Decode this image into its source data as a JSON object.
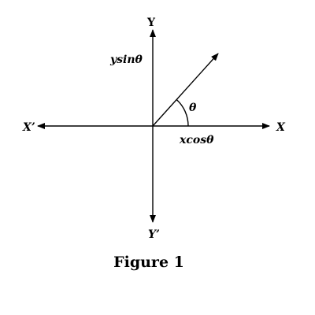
{
  "diagram": {
    "axis_labels": {
      "x_positive": "X",
      "x_negative": "X’",
      "y_positive": "Y",
      "y_negative": "Y’"
    },
    "vector_labels": {
      "y_component": "ysinθ",
      "x_component": "xcosθ",
      "angle": "θ"
    },
    "caption": "Figure 1"
  }
}
